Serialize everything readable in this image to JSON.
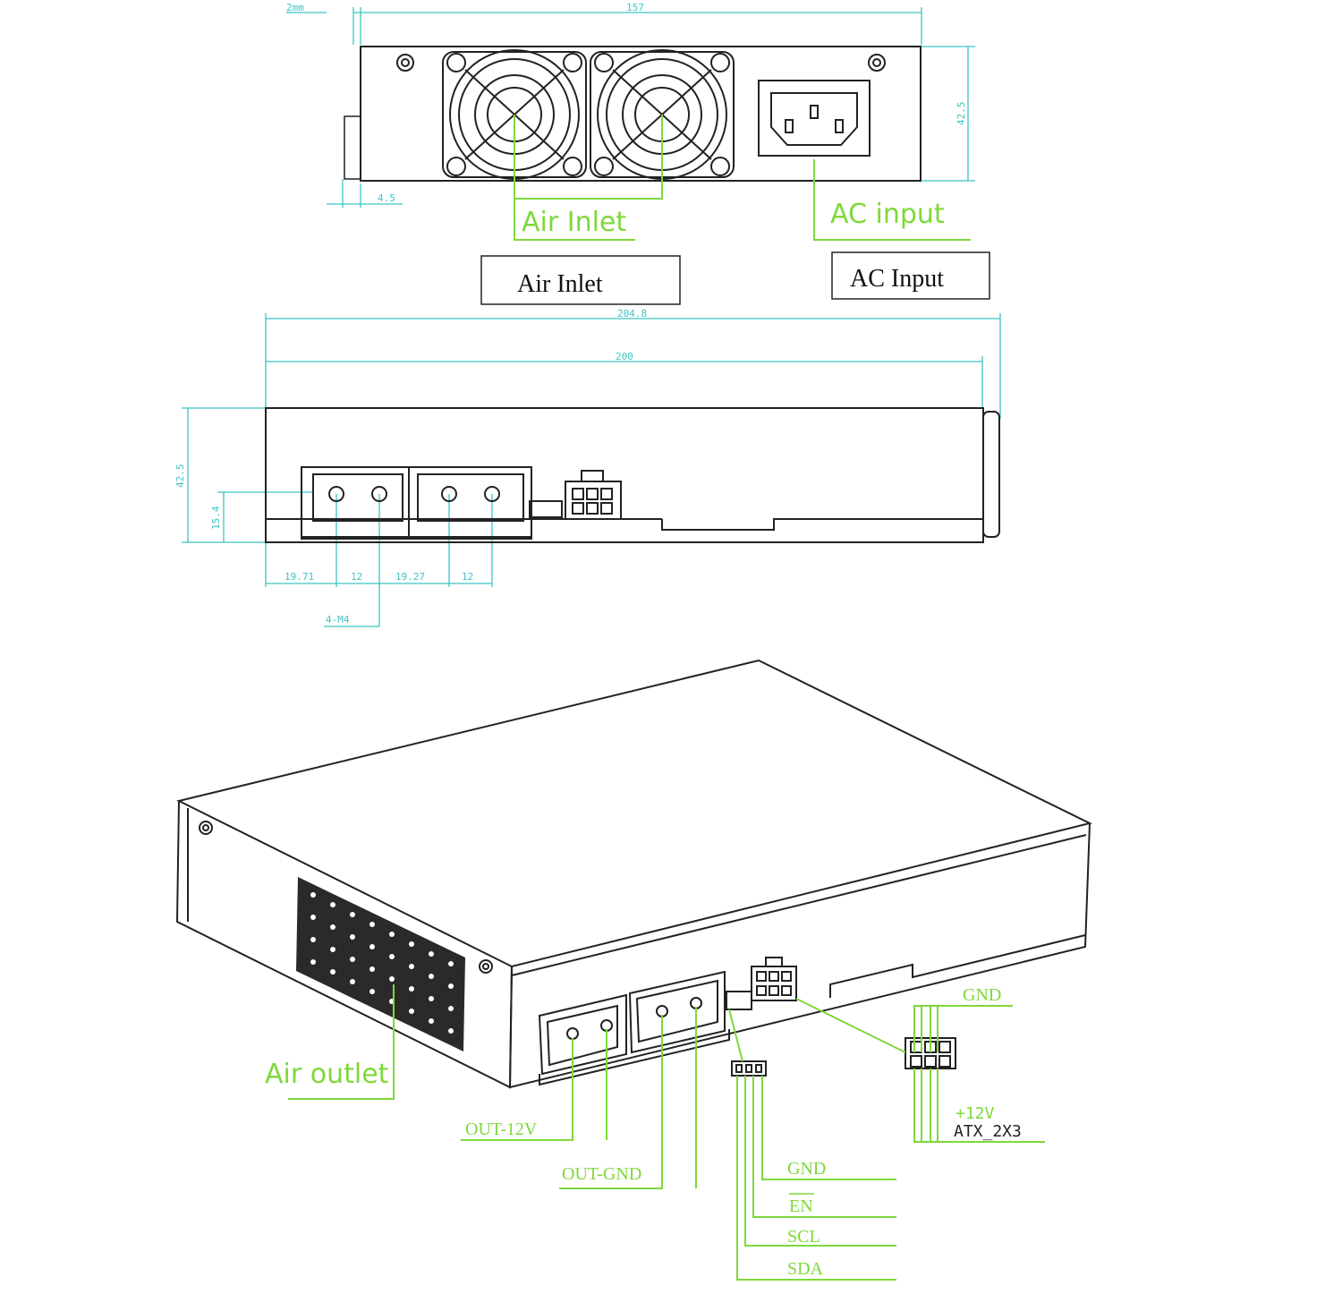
{
  "colors": {
    "outline": "#222222",
    "dimension": "#3fc4c4",
    "label_green": "#7fd83a",
    "pin_green": "#7fd83a"
  },
  "front_view": {
    "dim_top_left": "2mm",
    "dim_width": "157",
    "dim_height": "42.5",
    "dim_bottom": "4.5",
    "label_air_inlet": "Air Inlet",
    "label_ac_input": "AC input",
    "box_air_inlet": "Air Inlet",
    "box_ac_input": "AC Input"
  },
  "side_view": {
    "dim_overall": "204.8",
    "dim_body": "200",
    "dim_height": "42.5",
    "dim_terminal_height": "15.4",
    "dim_offset_1": "19.71",
    "dim_pitch_1": "12",
    "dim_offset_2": "19.27",
    "dim_pitch_2": "12",
    "label_screws": "4-M4"
  },
  "iso_view": {
    "label_air_outlet": "Air outlet",
    "label_out_12v": "OUT-12V",
    "label_out_gnd": "OUT-GND",
    "label_gnd_top": "GND",
    "label_plus12v": "+12V",
    "label_atx": "ATX_2X3",
    "signal_pins": [
      "GND",
      "EN",
      "SCL",
      "SDA"
    ]
  }
}
